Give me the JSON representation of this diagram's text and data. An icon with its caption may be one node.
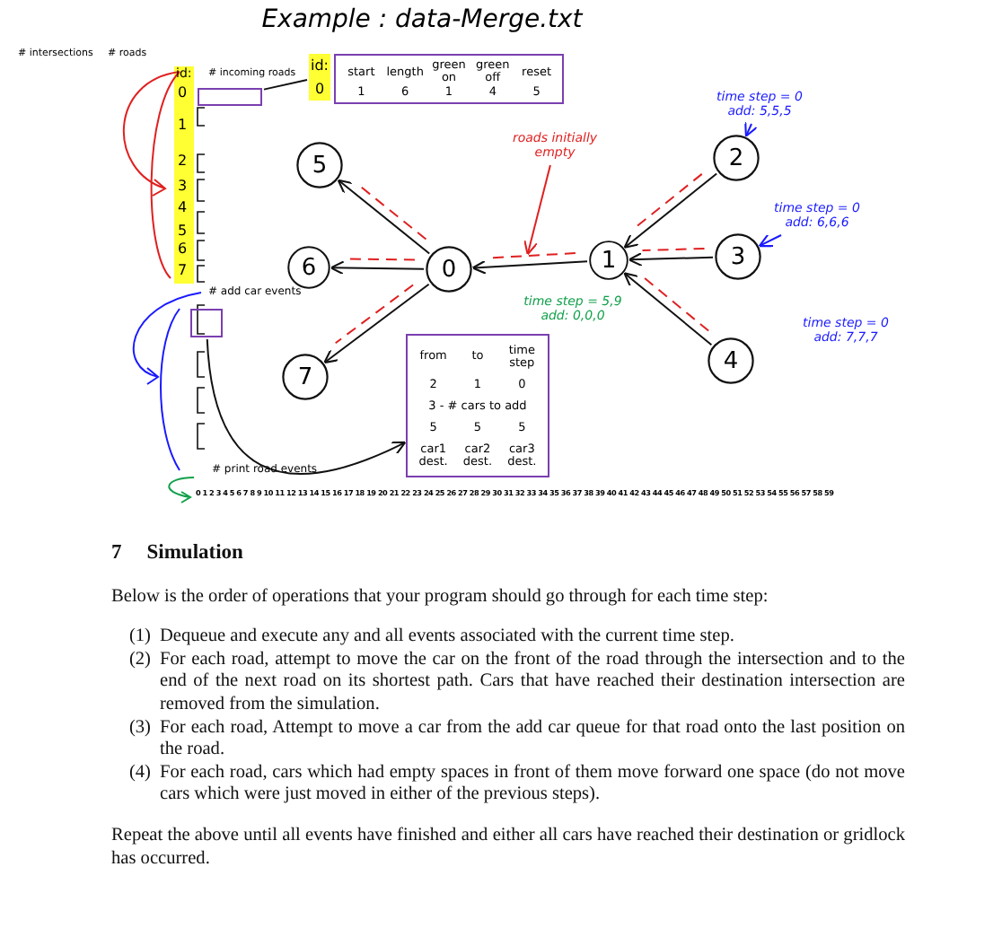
{
  "diagram": {
    "title": "Example : data-Merge.txt",
    "nodes": [
      {
        "text": [
          "id:",
          "0"
        ]
      },
      {
        "text": [
          "start",
          "length",
          "green on",
          "green off",
          "reset",
          "1",
          "6",
          "1",
          "4",
          "5"
        ]
      },
      {
        "text": [],
        "shape": "box"
      },
      {
        "text": [
          "5"
        ]
      },
      {
        "text": [
          "roads initially empty"
        ]
      },
      {
        "text": [
          "time step = 0 add: 5,5,5"
        ]
      },
      {
        "text": [
          "2"
        ]
      },
      {
        "text": [
          "time step = 0 add: 6,6,6"
        ]
      },
      {
        "text": [
          "6"
        ]
      },
      {
        "text": [
          "0"
        ]
      },
      {
        "text": [
          "1"
        ]
      },
      {
        "text": [
          "3"
        ]
      },
      {
        "text": [
          "time step = 5,9 add: 0,0,0"
        ]
      },
      {
        "text": [
          "time step = 0 add: 7,7,7"
        ]
      },
      {
        "text": [
          "4"
        ]
      },
      {
        "text": [
          "7"
        ]
      },
      {
        "text": [
          "from",
          "to",
          "time step",
          "2",
          "1",
          "0",
          "3 - # cars to add",
          "5",
          "5",
          "5",
          "car1 dest.",
          "car2 dest.",
          "car3 dest."
        ]
      },
      {
        "text": [],
        "shape": "box"
      },
      {
        "text": [],
        "shape": "line"
      }
    ],
    "edges": [
      {
        "from": 2,
        "to": 0,
        "arrow": "none"
      },
      {
        "from": 9,
        "to": 3,
        "arrow": "to"
      },
      {
        "from": 9,
        "to": 8,
        "arrow": "to"
      },
      {
        "from": 9,
        "to": 15,
        "arrow": "to"
      },
      {
        "from": 10,
        "to": 9,
        "arrow": "to"
      },
      {
        "from": 6,
        "to": 10,
        "arrow": "to"
      },
      {
        "from": 11,
        "to": 10,
        "arrow": "to"
      },
      {
        "from": 14,
        "to": 10,
        "arrow": "to"
      },
      {
        "from": 5,
        "to": 6,
        "arrow": "to",
        "color": "#1a1aff"
      },
      {
        "from": 7,
        "to": 11,
        "arrow": "to",
        "color": "#1a1aff"
      },
      {
        "from": 4,
        "to": 18,
        "arrow": "to",
        "color": "#e02020"
      },
      {
        "from": 17,
        "to": 16,
        "arrow": "to"
      }
    ],
    "labels": [
      "id:",
      "# intersections",
      "# roads",
      "# incoming roads",
      "0",
      "1",
      "2",
      "3",
      "4",
      "5",
      "6",
      "7",
      "# add car events",
      "# print road events",
      "0 1 2 3 4 5 6 7 8 9 10 11 12 13 14 15 16 17 18 19 20 21 22 23 24 25 26 27 28 29 30 31 32 33 34 35 36 37 38 39 40 41 42 43 44 45 46 47 48 49 50 51 52 53 54 55 56 57 58 59",
      "7",
      "Simulation",
      "Below is the order of operations that your program should go through for each time step:",
      "(1)",
      "Dequeue and execute any and all events associated with the current time step.",
      "(2)",
      "For each road, attempt to move the car on the front of the road through the intersection and to the end of the next road on its shortest path. Cars that have reached their destination intersection are removed from the simulation.",
      "(3)",
      "For each road, Attempt to move a car from the add car queue for that road onto the last position on the road.",
      "(4)",
      "For each road, cars which had empty spaces in front of them move forward one space (do not move cars which were just moved in either of the previous steps).",
      "Repeat the above until all events have finished and either all cars have reached their destination or gridlock has occurred."
    ]
  }
}
